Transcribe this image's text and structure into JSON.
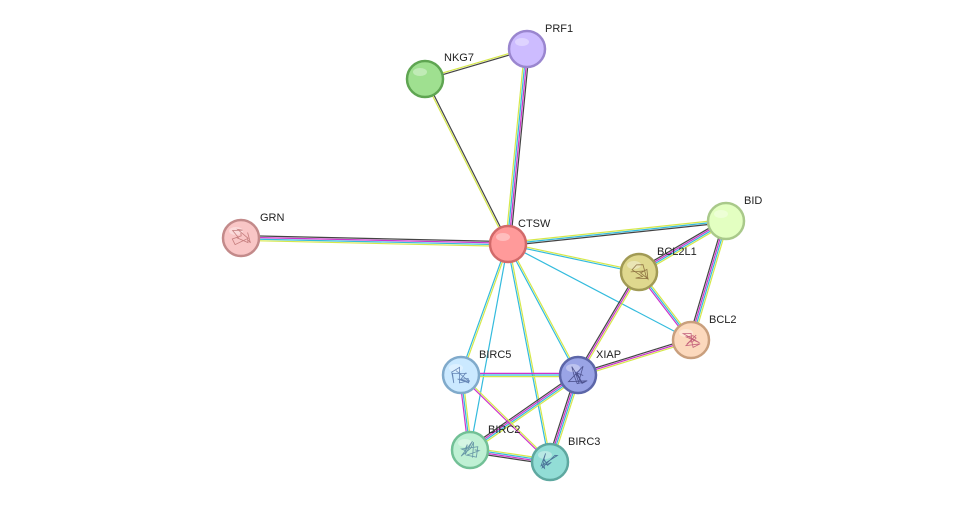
{
  "network": {
    "nodes": [
      {
        "id": "CTSW",
        "label": "CTSW",
        "fill": "#ff9a9a",
        "stroke": "#d26a6a",
        "structure": false
      },
      {
        "id": "PRF1",
        "label": "PRF1",
        "fill": "#cdbcff",
        "stroke": "#9a86cf",
        "structure": false
      },
      {
        "id": "NKG7",
        "label": "NKG7",
        "fill": "#9fe090",
        "stroke": "#5fa552",
        "structure": false
      },
      {
        "id": "GRN",
        "label": "GRN",
        "fill": "#f9c6c6",
        "stroke": "#c38a8a",
        "structure": true,
        "glyph_color": "#b96b6b"
      },
      {
        "id": "BID",
        "label": "BID",
        "fill": "#e3ffc1",
        "stroke": "#a9c98a",
        "structure": false
      },
      {
        "id": "BCL2L1",
        "label": "BCL2L1",
        "fill": "#dfd88e",
        "stroke": "#a19a55",
        "structure": true,
        "glyph_color": "#7a5a30"
      },
      {
        "id": "BCL2",
        "label": "BCL2",
        "fill": "#fcd9bd",
        "stroke": "#c99f7d",
        "structure": true,
        "glyph_color": "#b5446a"
      },
      {
        "id": "XIAP",
        "label": "XIAP",
        "fill": "#9aa4e6",
        "stroke": "#5c66a8",
        "structure": true,
        "glyph_color": "#3b3f7a"
      },
      {
        "id": "BIRC5",
        "label": "BIRC5",
        "fill": "#cbe9ff",
        "stroke": "#80aacb",
        "structure": true,
        "glyph_color": "#4a6ca2"
      },
      {
        "id": "BIRC2",
        "label": "BIRC2",
        "fill": "#bff0d4",
        "stroke": "#72c096",
        "structure": true,
        "glyph_color": "#4f7e9a"
      },
      {
        "id": "BIRC3",
        "label": "BIRC3",
        "fill": "#92ddd6",
        "stroke": "#5ea8a0",
        "structure": true,
        "glyph_color": "#3a5a8a"
      }
    ],
    "edges": [
      {
        "source": "CTSW",
        "target": "PRF1",
        "colors": [
          "#d6e84a",
          "#33bbdd",
          "#cc33cc",
          "#444444"
        ]
      },
      {
        "source": "CTSW",
        "target": "NKG7",
        "colors": [
          "#d6e84a",
          "#444444"
        ]
      },
      {
        "source": "NKG7",
        "target": "PRF1",
        "colors": [
          "#d6e84a",
          "#444444"
        ]
      },
      {
        "source": "CTSW",
        "target": "GRN",
        "colors": [
          "#d6e84a",
          "#33bbdd",
          "#cc33cc",
          "#444444"
        ]
      },
      {
        "source": "CTSW",
        "target": "BID",
        "colors": [
          "#d6e84a",
          "#33bbdd",
          "#444444"
        ]
      },
      {
        "source": "CTSW",
        "target": "BCL2L1",
        "colors": [
          "#d6e84a",
          "#33bbdd"
        ]
      },
      {
        "source": "CTSW",
        "target": "BCL2",
        "colors": [
          "#33bbdd"
        ]
      },
      {
        "source": "CTSW",
        "target": "XIAP",
        "colors": [
          "#d6e84a",
          "#33bbdd"
        ]
      },
      {
        "source": "CTSW",
        "target": "BIRC5",
        "colors": [
          "#d6e84a",
          "#33bbdd"
        ]
      },
      {
        "source": "CTSW",
        "target": "BIRC2",
        "colors": [
          "#33bbdd"
        ]
      },
      {
        "source": "CTSW",
        "target": "BIRC3",
        "colors": [
          "#d6e84a",
          "#33bbdd"
        ]
      },
      {
        "source": "BID",
        "target": "BCL2L1",
        "colors": [
          "#d6e84a",
          "#33bbdd",
          "#cc33cc",
          "#444444"
        ]
      },
      {
        "source": "BID",
        "target": "BCL2",
        "colors": [
          "#d6e84a",
          "#33bbdd",
          "#cc33cc",
          "#444444"
        ]
      },
      {
        "source": "BCL2L1",
        "target": "BCL2",
        "colors": [
          "#d6e84a",
          "#33bbdd",
          "#cc33cc"
        ]
      },
      {
        "source": "BCL2L1",
        "target": "XIAP",
        "colors": [
          "#d6e84a",
          "#cc33cc",
          "#444444"
        ]
      },
      {
        "source": "BCL2",
        "target": "XIAP",
        "colors": [
          "#d6e84a",
          "#cc33cc",
          "#444444"
        ]
      },
      {
        "source": "XIAP",
        "target": "BIRC5",
        "colors": [
          "#d6e84a",
          "#33bbdd",
          "#cc33cc"
        ]
      },
      {
        "source": "XIAP",
        "target": "BIRC2",
        "colors": [
          "#d6e84a",
          "#33bbdd",
          "#cc33cc",
          "#444444"
        ]
      },
      {
        "source": "XIAP",
        "target": "BIRC3",
        "colors": [
          "#d6e84a",
          "#33bbdd",
          "#cc33cc",
          "#444444"
        ]
      },
      {
        "source": "BIRC5",
        "target": "BIRC2",
        "colors": [
          "#d6e84a",
          "#33bbdd",
          "#cc33cc"
        ]
      },
      {
        "source": "BIRC5",
        "target": "BIRC3",
        "colors": [
          "#d6e84a",
          "#cc33cc"
        ]
      },
      {
        "source": "BIRC2",
        "target": "BIRC3",
        "colors": [
          "#d6e84a",
          "#33bbdd",
          "#cc33cc",
          "#444444"
        ]
      }
    ]
  }
}
